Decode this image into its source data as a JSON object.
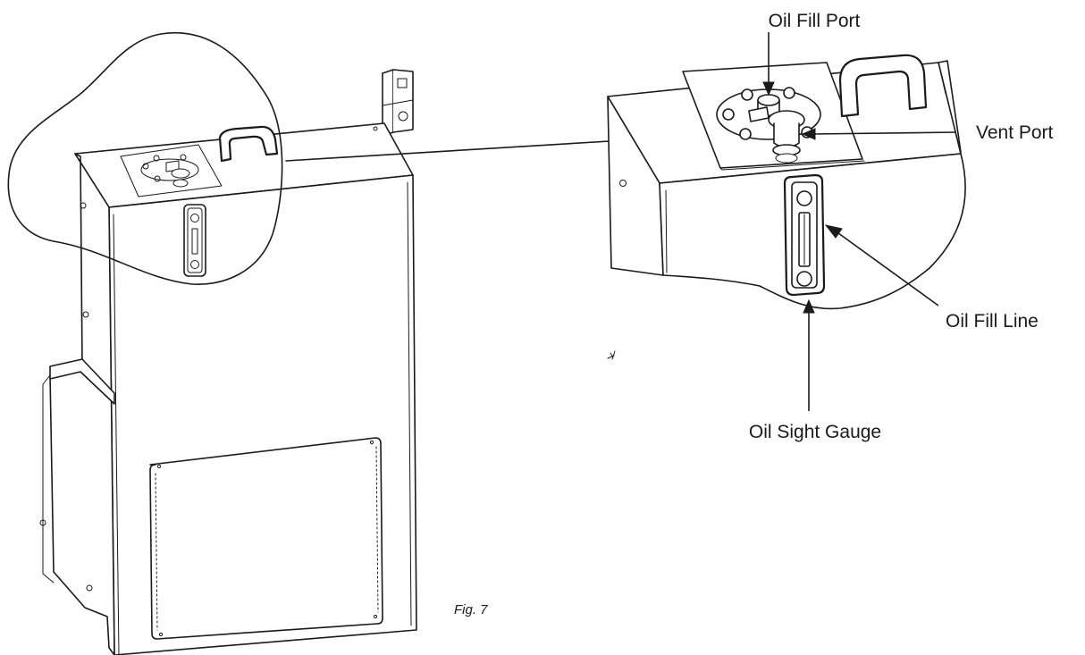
{
  "labels": {
    "oil_fill_port": "Oil Fill Port",
    "vent_port": "Vent Port",
    "oil_fill_line": "Oil Fill Line",
    "oil_sight_gauge": "Oil Sight Gauge"
  },
  "caption": "Fig. 7",
  "colors": {
    "line": "#1a1a1a",
    "background": "#ffffff"
  }
}
